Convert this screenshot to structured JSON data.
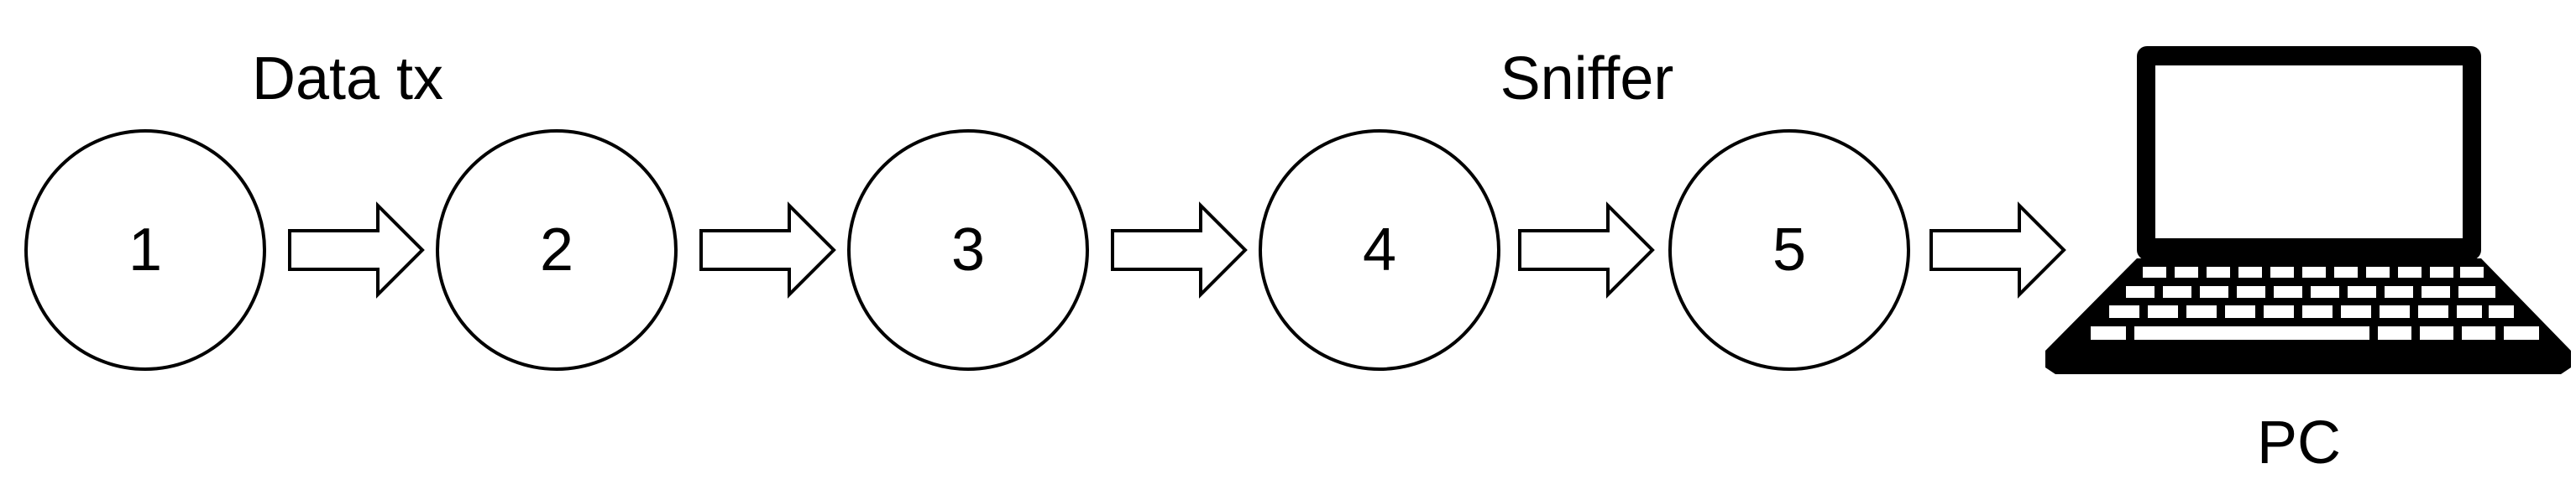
{
  "diagram": {
    "captions": {
      "data_tx": "Data tx",
      "sniffer": "Sniffer",
      "pc": "PC"
    },
    "nodes": [
      {
        "label": "1"
      },
      {
        "label": "2"
      },
      {
        "label": "3"
      },
      {
        "label": "4"
      },
      {
        "label": "5"
      }
    ],
    "pc_icon": "laptop-icon",
    "colors": {
      "stroke": "#000000",
      "background": "#ffffff"
    }
  }
}
